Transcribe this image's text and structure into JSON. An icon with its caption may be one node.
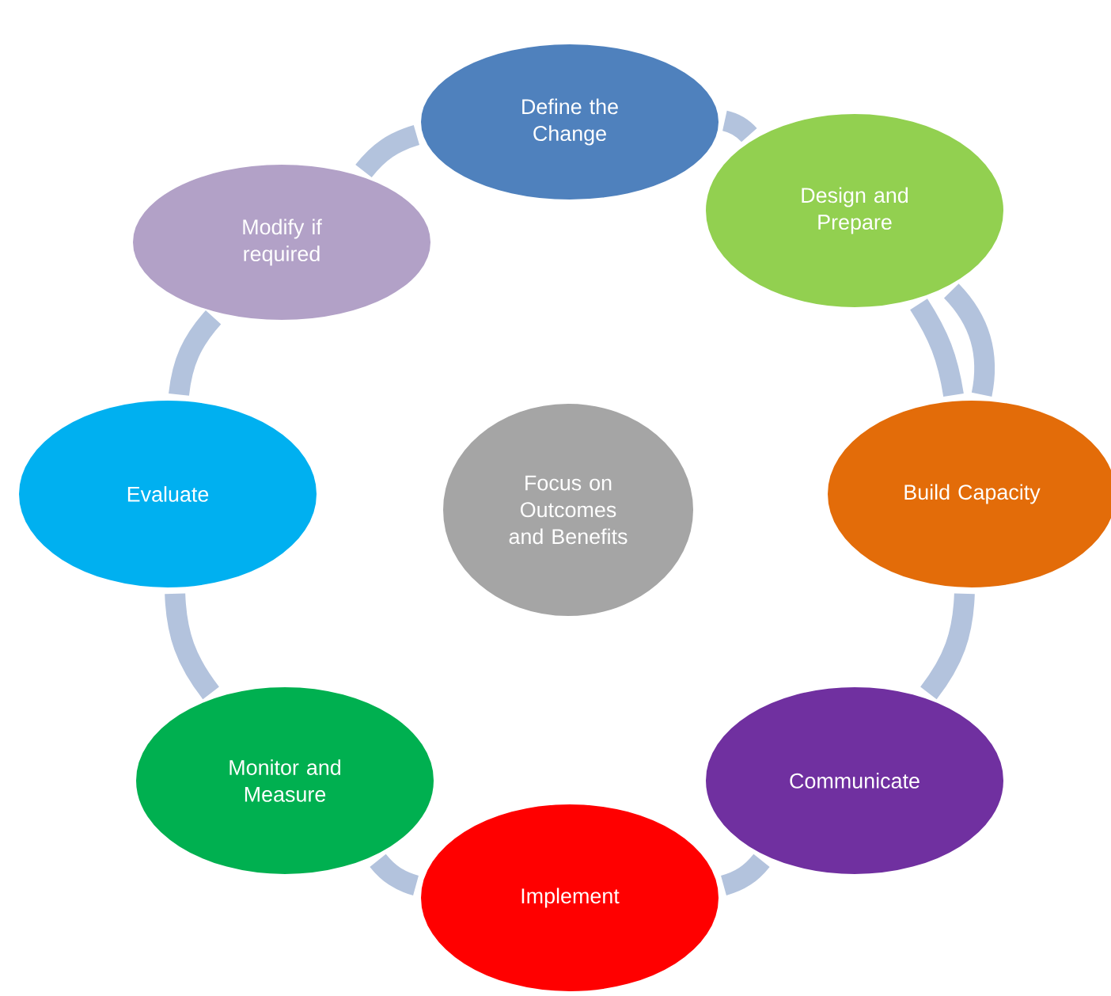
{
  "diagram": {
    "nodes": [
      {
        "text": [
          "Define the Change"
        ]
      },
      {
        "text": [
          "Design and Prepare"
        ]
      },
      {
        "text": [
          "Build Capacity"
        ]
      },
      {
        "text": [
          "Communicate"
        ]
      },
      {
        "text": [
          "Implement"
        ]
      },
      {
        "text": [
          "Monitor and Measure"
        ]
      },
      {
        "text": [
          "Evaluate"
        ]
      },
      {
        "text": [
          "Modify if required"
        ]
      },
      {
        "text": [
          "Focus on Outcomes and Benefits"
        ]
      }
    ],
    "edges": [
      {
        "from": 0,
        "to": 1,
        "arrow": "none"
      },
      {
        "from": 1,
        "to": 2,
        "arrow": "none"
      },
      {
        "from": 1,
        "to": 2,
        "arrow": "none"
      },
      {
        "from": 2,
        "to": 3,
        "arrow": "none"
      },
      {
        "from": 3,
        "to": 4,
        "arrow": "none"
      },
      {
        "from": 4,
        "to": 5,
        "arrow": "none"
      },
      {
        "from": 5,
        "to": 6,
        "arrow": "none"
      },
      {
        "from": 6,
        "to": 7,
        "arrow": "none"
      },
      {
        "from": 7,
        "to": 0,
        "arrow": "none"
      }
    ]
  }
}
